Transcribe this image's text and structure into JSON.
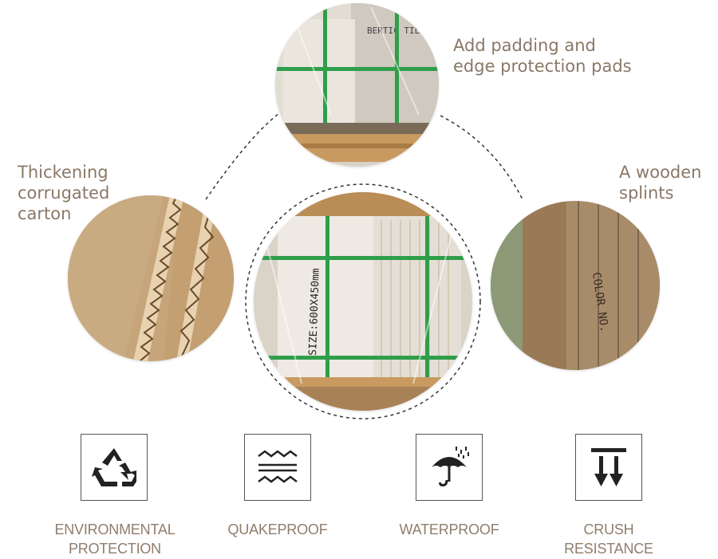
{
  "callouts": {
    "top": [
      "Add padding and",
      "edge protection pads"
    ],
    "left": [
      "Thickening",
      "corrugated",
      "carton"
    ],
    "right": [
      "A wooden",
      "splints"
    ]
  },
  "photo_text": {
    "top_box": "BERTIC TILES",
    "center_size": "SIZE:600X450mm",
    "right_mark": "COLOR NO."
  },
  "icons": [
    "recycle-icon",
    "quake-waves-icon",
    "umbrella-rain-icon",
    "crush-arrows-icon"
  ],
  "features": [
    [
      "ENVIRONMENTAL",
      "PROTECTION"
    ],
    [
      "QUAKEPROOF"
    ],
    [
      "WATERPROOF"
    ],
    [
      "CRUSH",
      "RESISTANCE"
    ]
  ],
  "colors": {
    "caption": "#8a7866",
    "label": "#8f7d6c",
    "carton": "#c7a57a",
    "strap_green": "#2f9e4a"
  }
}
